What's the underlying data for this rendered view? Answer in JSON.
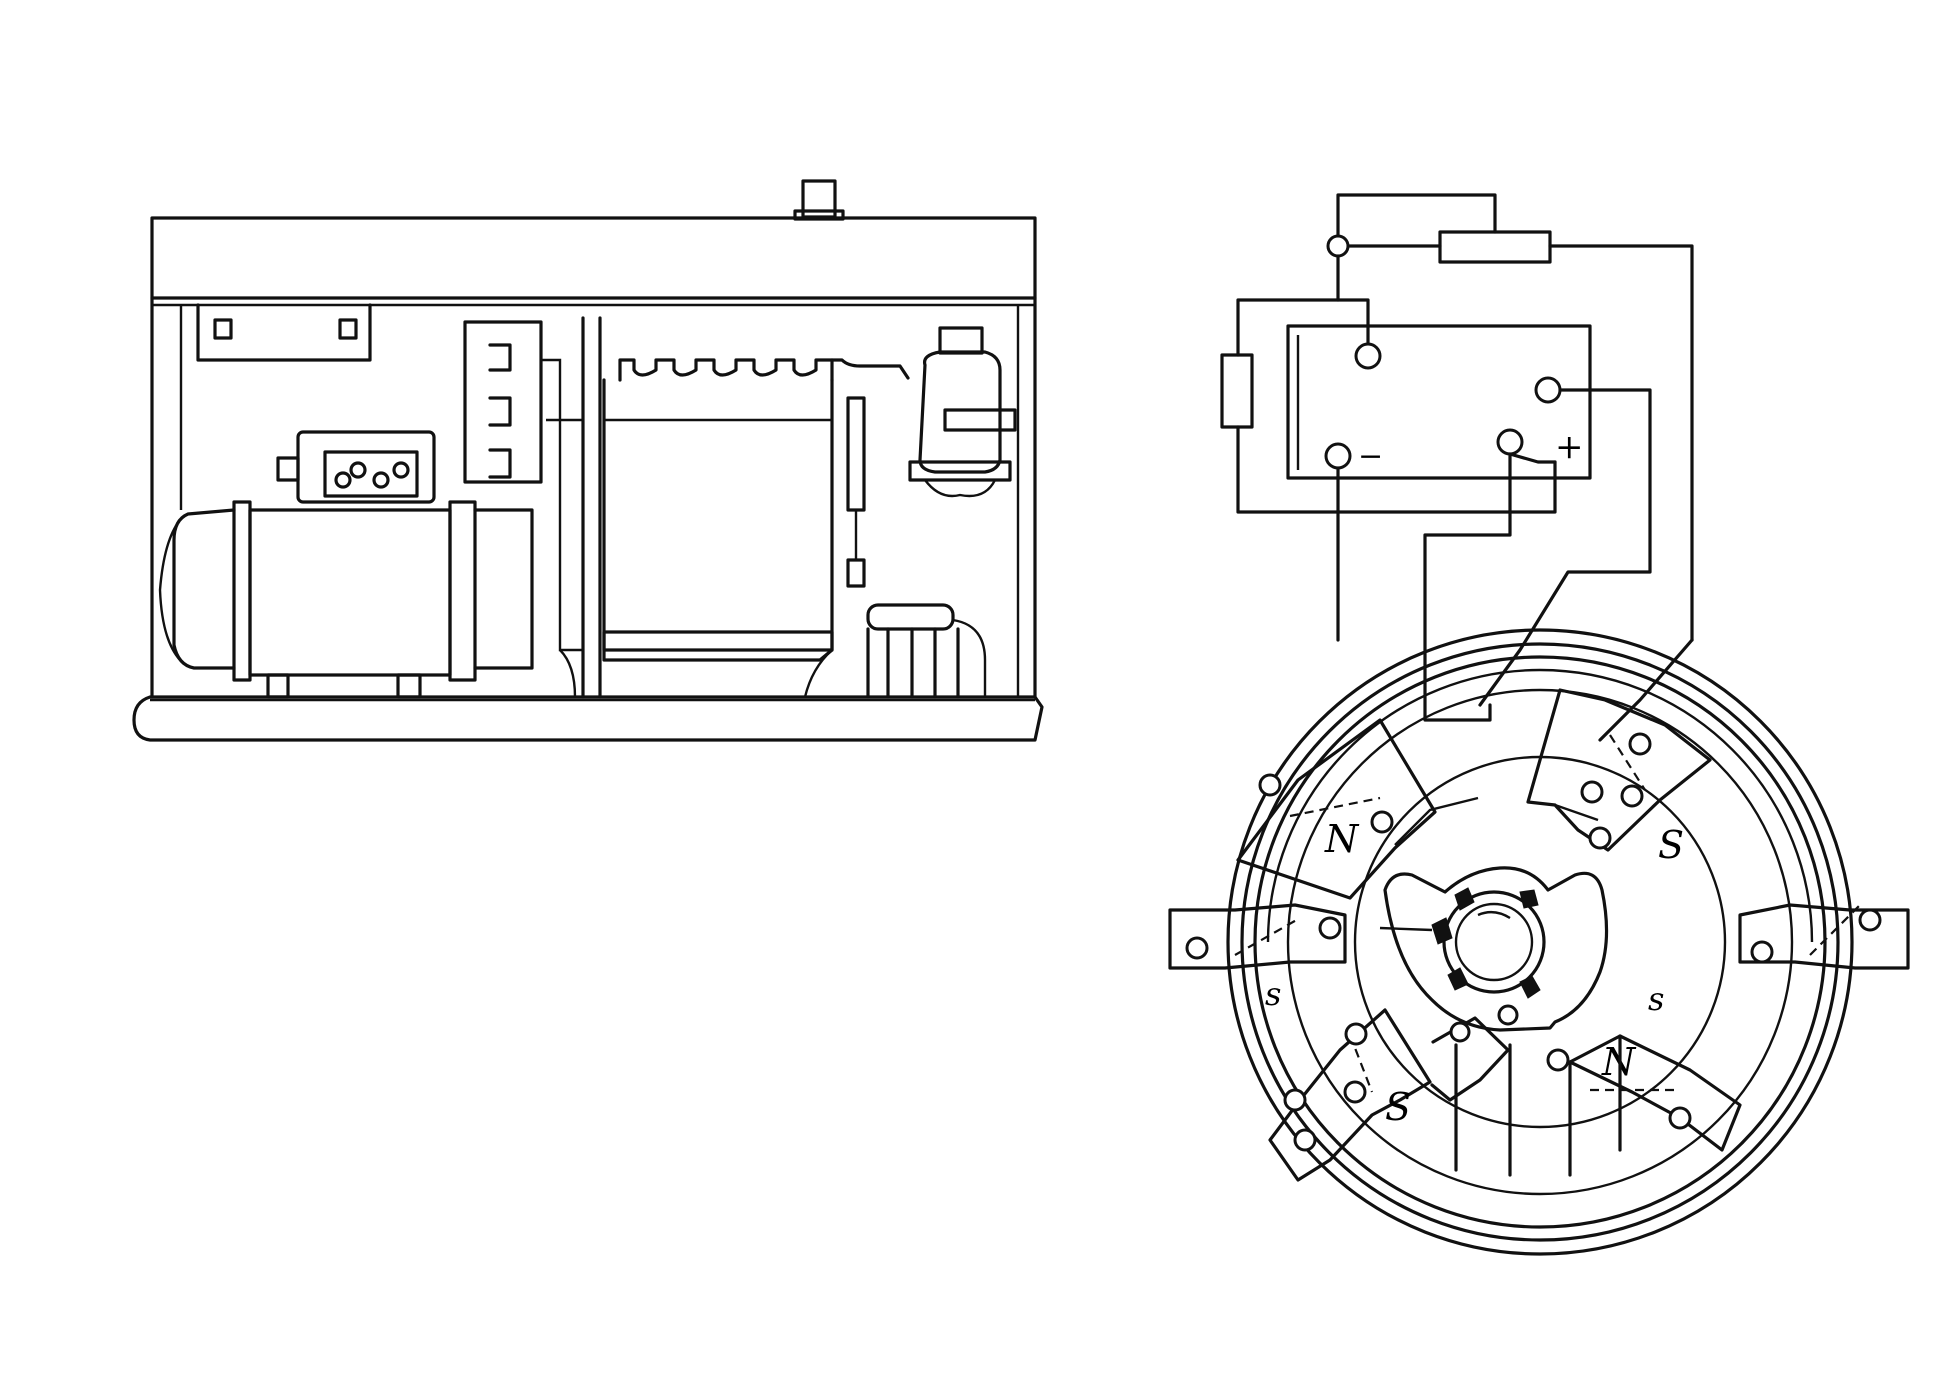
{
  "diagram": {
    "ink_color": "#111111",
    "background_color": "#ffffff",
    "circuit_labels": {
      "terminal_minus": "−",
      "terminal_plus": "+"
    },
    "pole_labels": {
      "pole_top_left": "N",
      "pole_top_right": "S",
      "pole_left": "s",
      "pole_right": "s",
      "pole_bottom_left": "S",
      "pole_bottom_right": "N"
    }
  }
}
